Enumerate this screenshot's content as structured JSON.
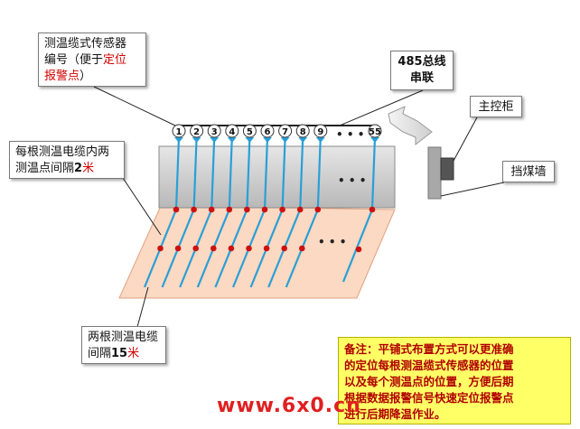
{
  "labels": {
    "sensor_number": {
      "line1": "测温缆式传感器",
      "line2_a": "编号（便于",
      "line2_b": "定位",
      "line3_a": "报警点",
      "line3_b": "）"
    },
    "bus": {
      "line1": "485总线",
      "line2": "串联"
    },
    "main_cabinet": "主控柜",
    "coal_wall": "挡煤墙",
    "point_spacing": {
      "line1": "每根测温电缆内两",
      "line2_a": "测温点间隔",
      "line2_b": "2",
      "line2_c": "米"
    },
    "cable_spacing": {
      "line1": "两根测温电缆",
      "line2_a": "间隔",
      "line2_b": "15",
      "line2_c": "米"
    }
  },
  "sensor_numbers": [
    "1",
    "2",
    "3",
    "4",
    "5",
    "6",
    "7",
    "8",
    "9"
  ],
  "last_sensor": "55",
  "ellipsis": "• • •",
  "note": {
    "line1": "备注：平铺式布置方式可以更准确",
    "line2": "的定位每根测温缆式传感器的位置",
    "line3": "以及每个测温点的位置，方便后期",
    "line4": "根据数据报警信号快速定位报警点",
    "line5": "进行后期降温作业。"
  },
  "watermark": "www.6x0.cn",
  "colors": {
    "cable": "#2a9fd6",
    "dot": "#cc1111",
    "box": "#d0d0d0",
    "floor": "#fbd9c2",
    "note": "#ffff66"
  }
}
